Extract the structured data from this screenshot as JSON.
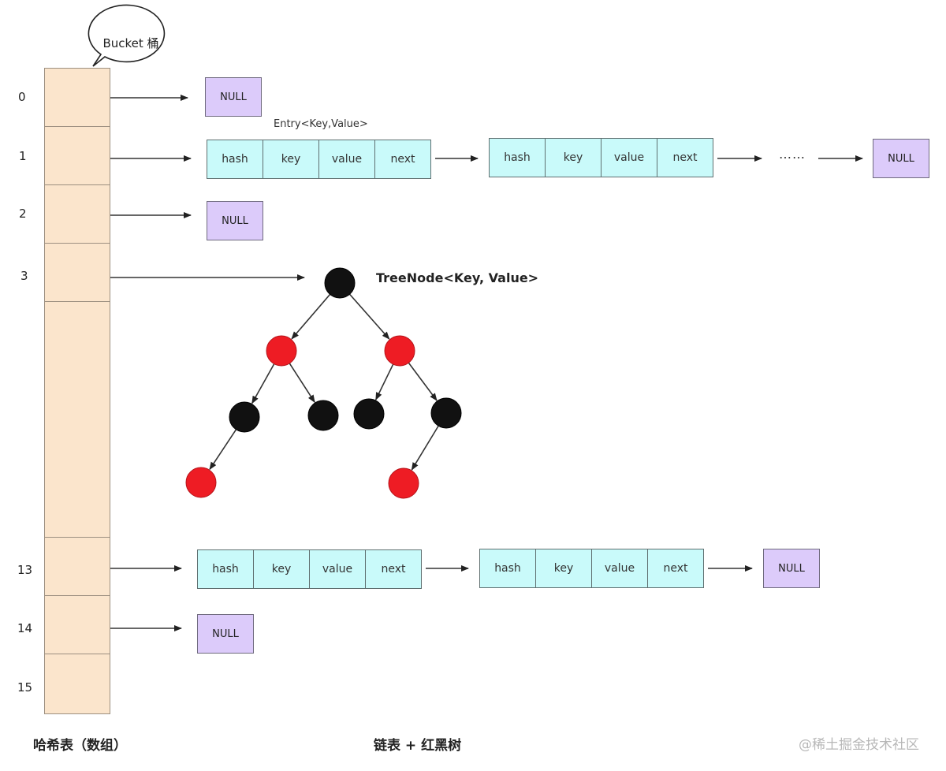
{
  "bucket": {
    "callout": "Bucket 桶",
    "indices": [
      "0",
      "1",
      "2",
      "3",
      "13",
      "14",
      "15"
    ]
  },
  "entry_label": "Entry<Key,Value>",
  "node_fields": [
    "hash",
    "key",
    "value",
    "next"
  ],
  "null_label": "NULL",
  "ellipsis": "……",
  "tree_label": "TreeNode<Key, Value>",
  "tree_nodes": [
    {
      "id": "root",
      "color": "black"
    },
    {
      "id": "l",
      "color": "red"
    },
    {
      "id": "r",
      "color": "red"
    },
    {
      "id": "ll",
      "color": "black"
    },
    {
      "id": "lr",
      "color": "black"
    },
    {
      "id": "rl",
      "color": "black"
    },
    {
      "id": "rr",
      "color": "black"
    },
    {
      "id": "lll",
      "color": "red"
    },
    {
      "id": "rrl",
      "color": "red"
    }
  ],
  "colors": {
    "bucket_fill": "#fbe5cc",
    "entry_fill": "#c9fafa",
    "null_fill": "#dccbfa",
    "tree_black": "#111111",
    "tree_red": "#ee1c24"
  },
  "footer": {
    "left": "哈希表（数组）",
    "middle": "链表 + 红黑树",
    "watermark": "@稀土掘金技术社区"
  }
}
